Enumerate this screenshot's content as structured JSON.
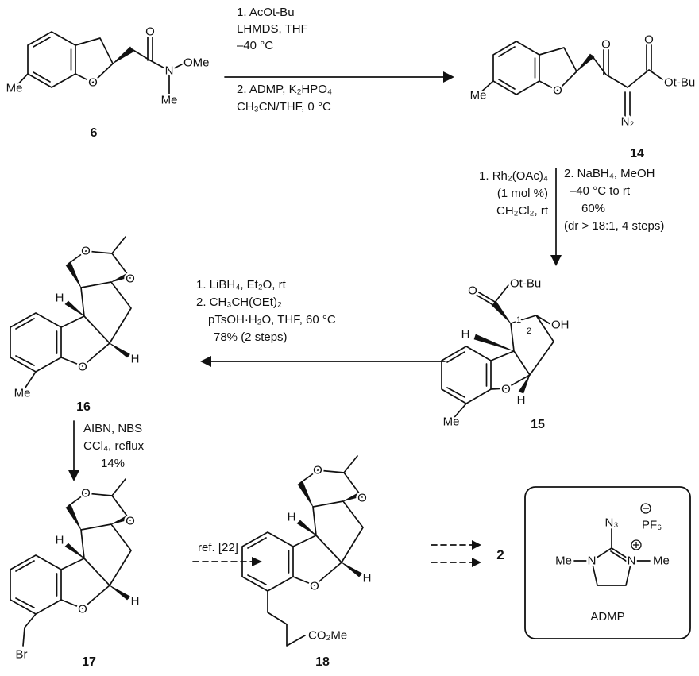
{
  "compounds": {
    "c6": {
      "number": "6",
      "ar_me": "Me",
      "ring_o": "O",
      "carbonyl_o": "O",
      "n": "N",
      "ome": "OMe",
      "n_me": "Me"
    },
    "c14": {
      "number": "14",
      "ar_me": "Me",
      "ring_o": "O",
      "ketone_o": "O",
      "ester_o": "O",
      "otbu": "Ot-Bu",
      "diazo": "N₂"
    },
    "c15": {
      "number": "15",
      "ar_me": "Me",
      "ring_o": "O",
      "ester_o": "O",
      "otbu": "Ot-Bu",
      "oh": "OH",
      "h_top": "H",
      "h_bottom": "H",
      "locant_1": "1",
      "locant_2": "2"
    },
    "c16": {
      "number": "16",
      "ar_me": "Me",
      "ring_o": "O",
      "acetal_o_left": "O",
      "acetal_o_right": "O",
      "h_left": "H",
      "h_right": "H"
    },
    "c17": {
      "number": "17",
      "br": "Br",
      "ring_o": "O",
      "acetal_o_left": "O",
      "acetal_o_right": "O",
      "h_left": "H",
      "h_right": "H"
    },
    "c18": {
      "number": "18",
      "ester": "CO₂Me",
      "ring_o": "O",
      "acetal_o_left": "O",
      "acetal_o_right": "O",
      "h_left": "H",
      "h_right": "H"
    },
    "c2": {
      "number": "2"
    }
  },
  "steps": {
    "step1": {
      "above": [
        "1. AcOt-Bu",
        "LHMDS, THF",
        "–40 °C"
      ],
      "below": [
        "2. ADMP, K₂HPO₄",
        "CH₃CN/THF, 0 °C"
      ]
    },
    "step2": {
      "left": [
        "1. Rh₂(OAc)₄",
        "(1 mol %)",
        "CH₂Cl₂, rt"
      ],
      "right": [
        "2. NaBH₄, MeOH",
        "–40 °C to rt",
        "60%",
        "(dr > 18:1, 4 steps)"
      ]
    },
    "step3": {
      "above": [
        "1. LiBH₄, Et₂O, rt",
        "2. CH₃CH(OEt)₂",
        "pTsOH·H₂O, THF, 60 °C",
        "78% (2 steps)"
      ]
    },
    "step4": {
      "right": [
        "AIBN, NBS",
        "CCl₄, reflux",
        "14%"
      ]
    },
    "step5": {
      "label": "ref. [22]"
    }
  },
  "admp_box": {
    "azide": "N₃",
    "counterion": "PF₆",
    "n_left": "N",
    "n_right": "N",
    "me_left": "Me",
    "me_right": "Me",
    "caption": "ADMP"
  }
}
